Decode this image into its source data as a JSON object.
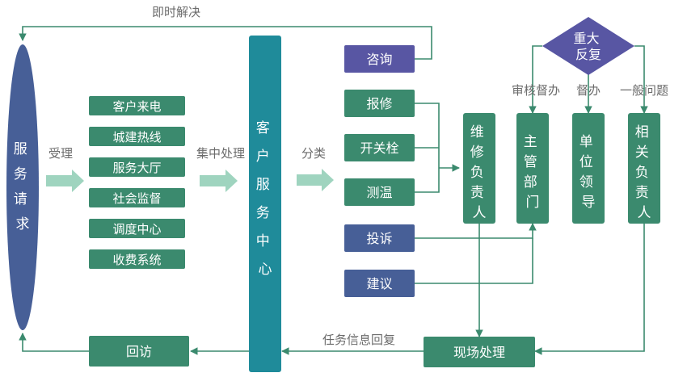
{
  "labels": {
    "top_loop": "即时解决",
    "accept": "受理",
    "centralize": "集中处理",
    "classify": "分类",
    "audit_supervise": "审核督办",
    "supervise": "督办",
    "general_issue": "一般问题",
    "task_info_reply": "任务信息回复"
  },
  "nodes": {
    "service_request": "服务请求",
    "channels": [
      "客户来电",
      "城建热线",
      "服务大厅",
      "社会监督",
      "调度中心",
      "收费系统"
    ],
    "service_center": "客户服务中心",
    "consult": "咨询",
    "repair": "报修",
    "switch_valve": "开关栓",
    "temp_measure": "测温",
    "complaint": "投诉",
    "suggestion": "建议",
    "maintenance_lead": "维修负责人",
    "dept_manager": "主管部门",
    "unit_leader": "单位领导",
    "related_lead": "相关负责人",
    "major_repeat": "重大反复",
    "onsite": "现场处理",
    "revisit": "回访"
  },
  "colors": {
    "green": "#3b8a6e",
    "cyan": "#1f8b9a",
    "purple": "#5856a3",
    "blue": "#475f97",
    "arrow_fill": "#9fd4bf",
    "label_grey": "#6b6b6b"
  }
}
